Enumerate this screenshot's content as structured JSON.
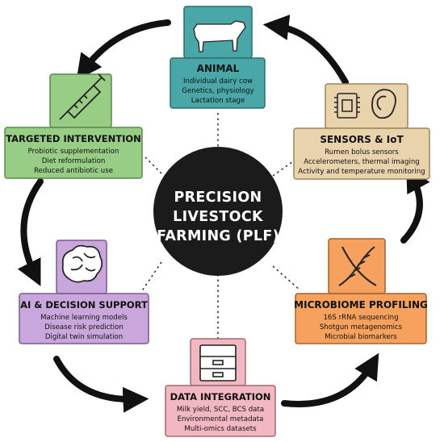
{
  "center": {
    "lines": [
      "PRECISION",
      "LIVESTOCK",
      "FARMING (PLF)"
    ]
  },
  "nodes": {
    "animal": {
      "title": "ANIMAL",
      "lines": [
        "Individual dairy cow",
        "Genetics, physiology",
        "Lactation stage"
      ],
      "icon": "cow-icon",
      "color": "#4aa7a7"
    },
    "sensors": {
      "title": "SENSORS & IoT",
      "lines": [
        "Rumen bolus sensors",
        "Accelerometers, thermal imaging",
        "Activity and temperature monitoring"
      ],
      "icon": "microchip-icon",
      "color": "#e9d3ad"
    },
    "microbiome": {
      "title": "MICROBIOME PROFILING",
      "lines": [
        "16S rRNA sequencing",
        "Shotgun metagenomics",
        "Microbial biomarkers"
      ],
      "icon": "dna-icon",
      "color": "#f6a25e"
    },
    "data_integration": {
      "title": "DATA INTEGRATION",
      "lines": [
        "Milk yield, SCC, BCS data",
        "Environmental metadata",
        "Multi-omics datasets"
      ],
      "icon": "file-cabinet-icon",
      "color": "#f2b8c2"
    },
    "ai": {
      "title": "AI & DECISION SUPPORT",
      "lines": [
        "Machine learning models",
        "Disease risk prediction",
        "Digital twin simulation"
      ],
      "icon": "brain-icon",
      "color": "#c9a7dc"
    },
    "intervention": {
      "title": "TARGETED INTERVENTION",
      "lines": [
        "Probiotic supplementation",
        "Diet reformulation",
        "Reduced antibiotic use"
      ],
      "icon": "syringe-icon",
      "color": "#98cd86"
    }
  }
}
